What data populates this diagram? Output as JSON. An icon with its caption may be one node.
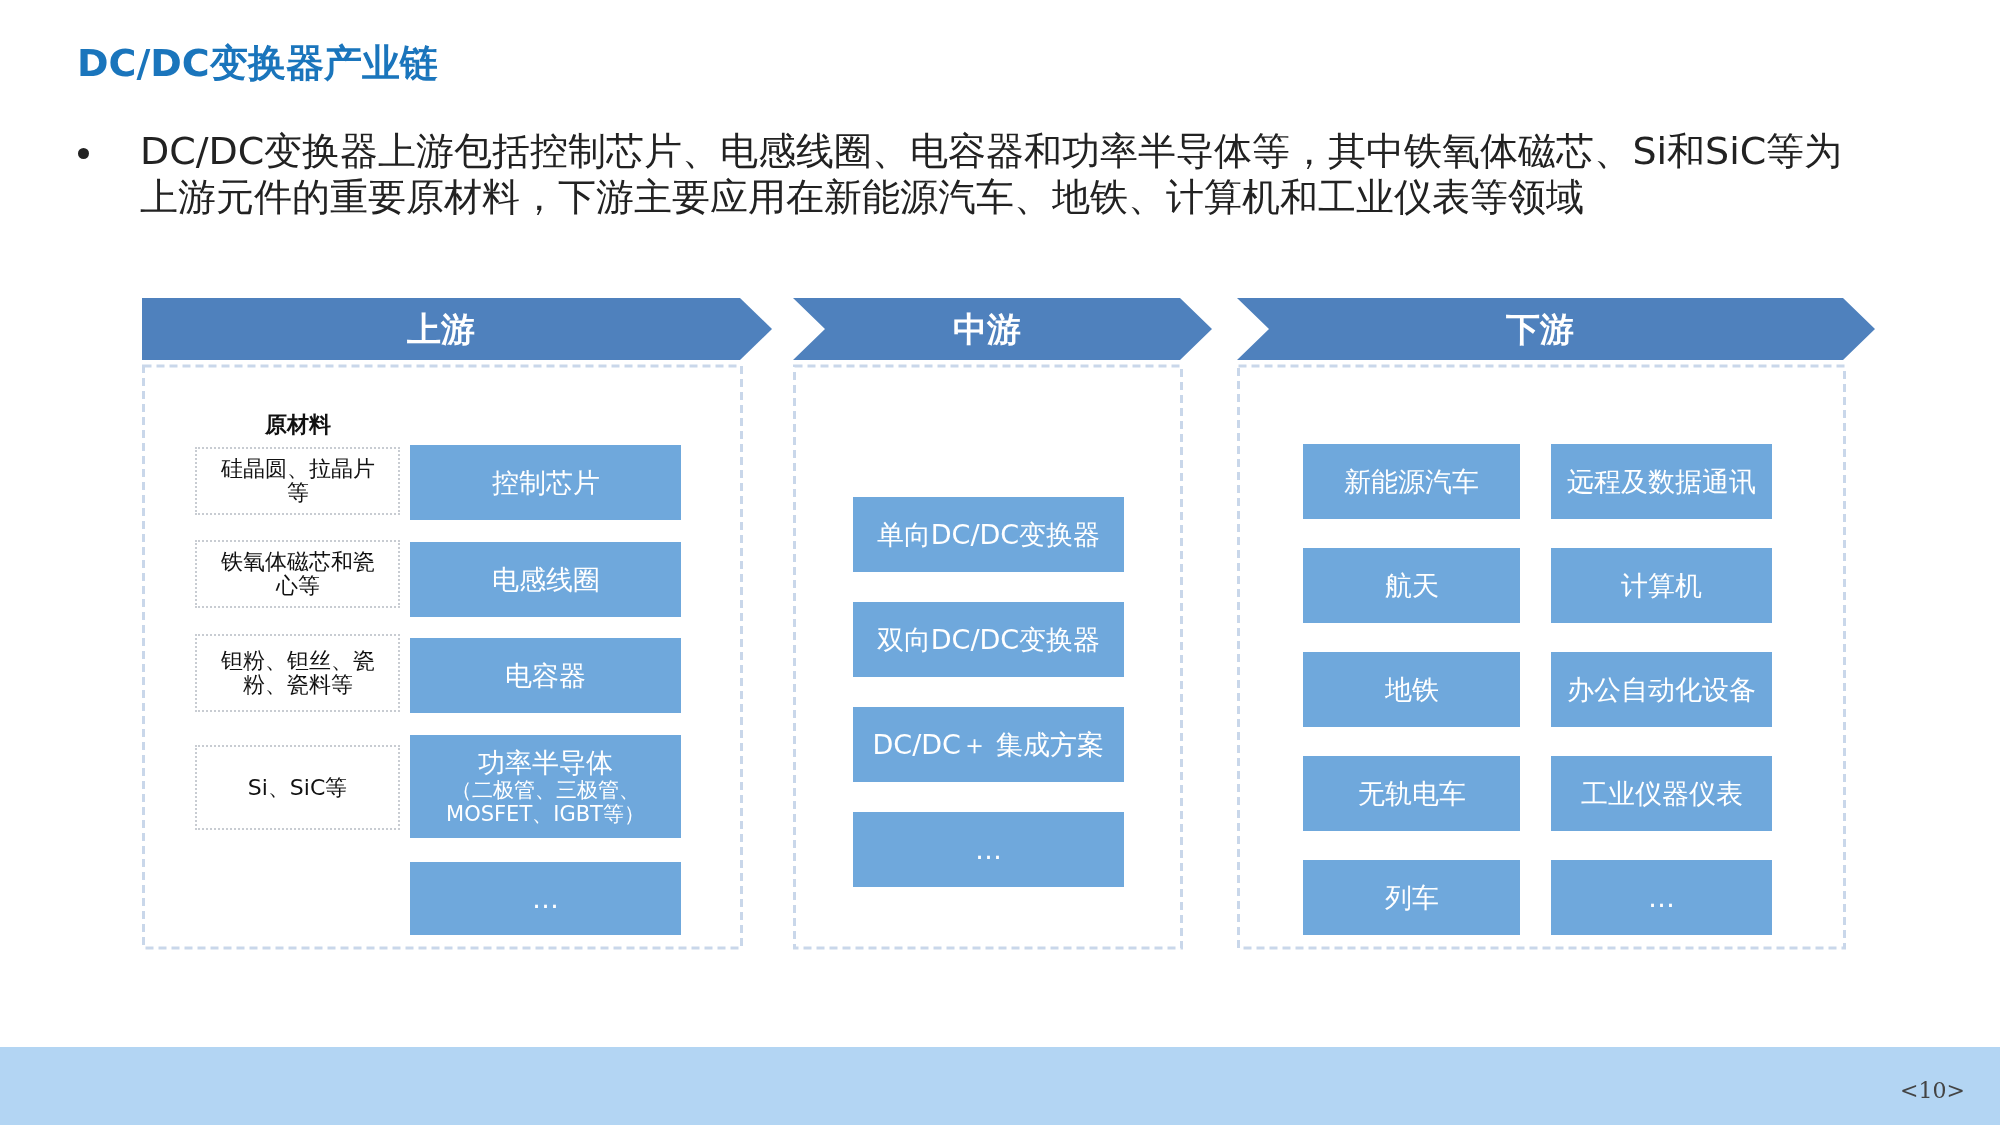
{
  "diagram": {
    "title": "DC/DC变换器产业链",
    "nodes": [
      {
        "text": [
          "上游"
        ]
      },
      {
        "text": [
          "硅晶圆、拉晶片等"
        ],
        "in": 0
      },
      {
        "text": [
          "控制芯片"
        ],
        "in": 0
      },
      {
        "text": [
          "铁氧体磁芯和瓷心等"
        ],
        "in": 0
      },
      {
        "text": [
          "电感线圈"
        ],
        "in": 0
      },
      {
        "text": [
          "钽粉、钽丝、瓷粉、瓷料等"
        ],
        "in": 0
      },
      {
        "text": [
          "电容器"
        ],
        "in": 0
      },
      {
        "text": [
          "Si、SiC等"
        ],
        "in": 0
      },
      {
        "text": [
          "功率半导体",
          "（二极管、三极管、MOSFET、IGBT等）"
        ],
        "in": 0
      },
      {
        "text": [
          "…"
        ],
        "in": 0
      },
      {
        "text": [
          "中游"
        ]
      },
      {
        "text": [
          "单向DC/DC变换器"
        ],
        "in": 10
      },
      {
        "text": [
          "双向DC/DC变换器"
        ],
        "in": 10
      },
      {
        "text": [
          "DC/DC＋ 集成方案"
        ],
        "in": 10
      },
      {
        "text": [
          "…"
        ],
        "in": 10
      },
      {
        "text": [
          "下游"
        ]
      },
      {
        "text": [
          "新能源汽车"
        ],
        "in": 15
      },
      {
        "text": [
          "远程及数据通讯"
        ],
        "in": 15
      },
      {
        "text": [
          "航天"
        ],
        "in": 15
      },
      {
        "text": [
          "计算机"
        ],
        "in": 15
      },
      {
        "text": [
          "地铁"
        ],
        "in": 15
      },
      {
        "text": [
          "办公自动化设备"
        ],
        "in": 15
      },
      {
        "text": [
          "无轨电车"
        ],
        "in": 15
      },
      {
        "text": [
          "工业仪器仪表"
        ],
        "in": 15
      },
      {
        "text": [
          "列车"
        ],
        "in": 15
      },
      {
        "text": [
          "…"
        ],
        "in": 15
      }
    ],
    "labels": [
      "DC/DC变换器上游包括控制芯片、电感线圈、电容器和功率半导体等，其中铁氧体磁芯、Si和SiC等为上游元件的重要原材料，下游主要应用在新能源汽车、地铁、计算机和工业仪表等领域",
      "原材料",
      "<10>"
    ]
  }
}
